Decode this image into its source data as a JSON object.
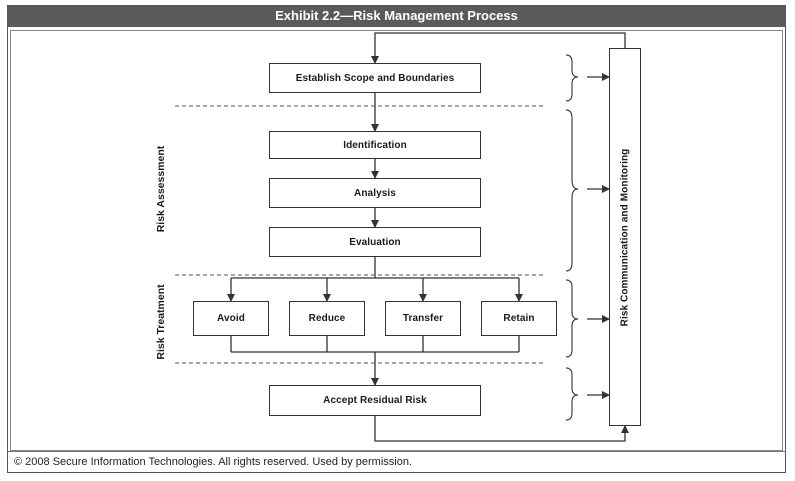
{
  "exhibit": {
    "title": "Exhibit 2.2—Risk Management Process"
  },
  "process": {
    "scope": "Establish Scope and Boundaries",
    "identification": "Identification",
    "analysis": "Analysis",
    "evaluation": "Evaluation",
    "treatments": [
      "Avoid",
      "Reduce",
      "Transfer",
      "Retain"
    ],
    "residual": "Accept Residual Risk",
    "monitoring": "Risk Communication and Monitoring"
  },
  "sections": {
    "assessment": "Risk Assessment",
    "treatment": "Risk Treatment"
  },
  "footer": {
    "copyright": "© 2008 Secure Information Technologies. All rights reserved. Used by permission."
  }
}
